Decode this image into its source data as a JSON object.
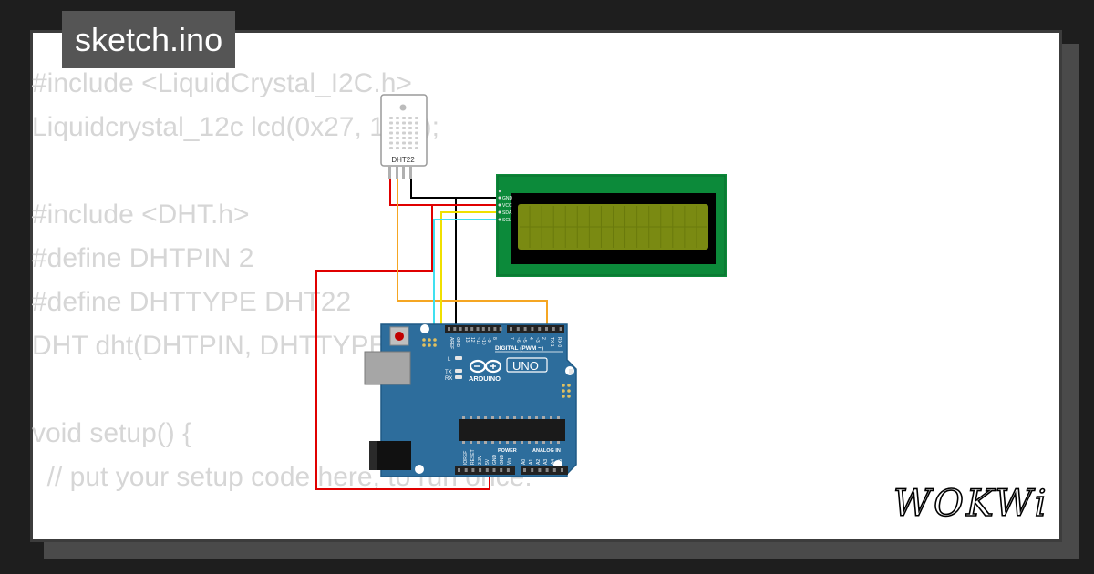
{
  "title": "sketch.ino",
  "code_lines": [
    "#include <LiquidCrystal_I2C.h>",
    "Liquidcrystal_12c lcd(0x27, 16,2);",
    "",
    "#include <DHT.h>",
    "#define DHTPIN 2",
    "#define DHTTYPE DHT22",
    "DHT dht(DHTPIN, DHTTYPE);",
    "",
    "void setup() {",
    "  // put your setup code here, to run once:"
  ],
  "components": {
    "dht": {
      "label": "DHT22"
    },
    "lcd": {
      "pins": [
        "GND",
        "VCC",
        "SDA",
        "SCL"
      ]
    },
    "arduino": {
      "brand": "ARDUINO",
      "model": "UNO",
      "digital_label": "DIGITAL (PWM ~)",
      "power_label": "POWER",
      "analog_label": "ANALOG IN",
      "on_label": "ON",
      "led_labels": [
        "L",
        "TX",
        "RX"
      ],
      "top_pin_labels": [
        "AREF",
        "GND",
        "13",
        "12",
        "~11",
        "~10",
        "~9",
        "8",
        "7",
        "~6",
        "~5",
        "4",
        "~3",
        "2",
        "TX 1",
        "RX 0"
      ],
      "bottom_pin_labels": [
        "IOREF",
        "RESET",
        "3.3V",
        "5V",
        "GND",
        "GND",
        "Vin",
        "A0",
        "A1",
        "A2",
        "A3",
        "A4",
        "A5"
      ]
    }
  },
  "wire_colors": {
    "black": "#000000",
    "red": "#e00000",
    "orange": "#f5a623",
    "yellow": "#f0e000",
    "cyan": "#40e0f0"
  },
  "logo_text": "WOKWi"
}
